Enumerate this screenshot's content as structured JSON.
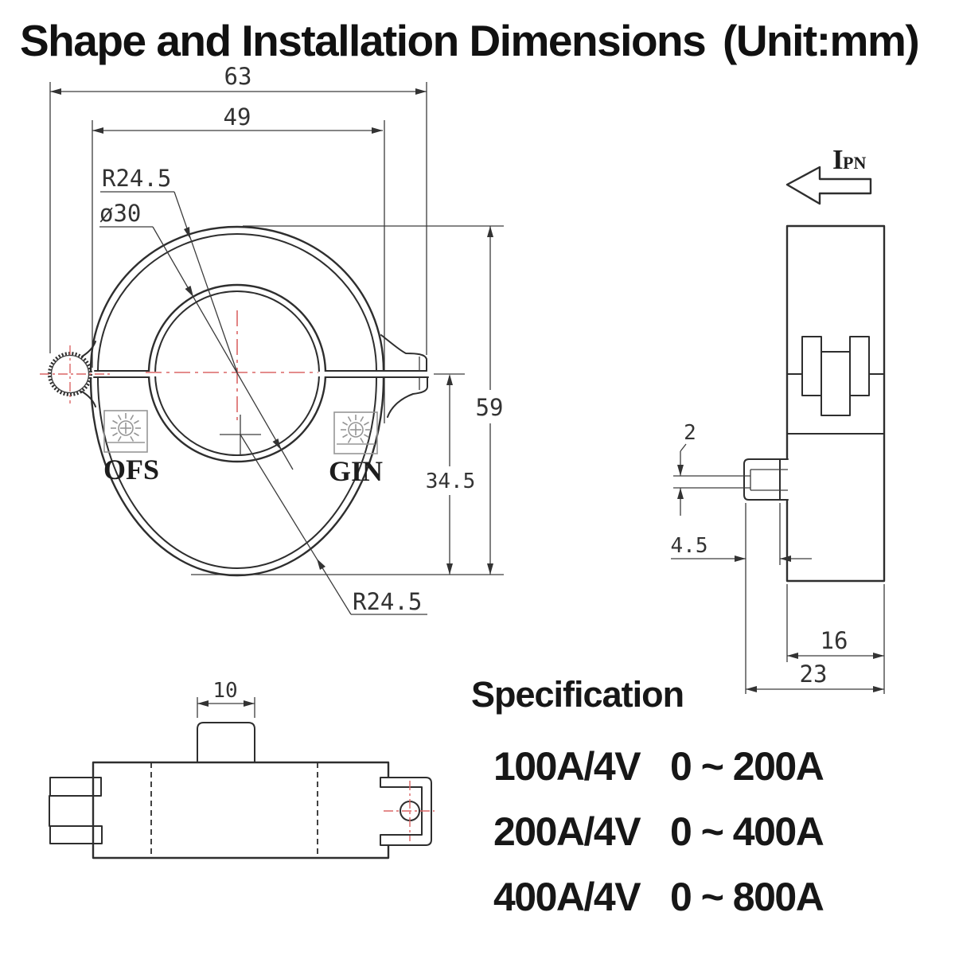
{
  "title": {
    "main": "Shape and Installation Dimensions",
    "unit": "(Unit:mm)"
  },
  "front_view": {
    "dim_overall_width": "63",
    "dim_body_width": "49",
    "dim_radius_top": "R24.5",
    "dim_hole_diameter": "ø30",
    "dim_overall_height": "59",
    "dim_lower_height": "34.5",
    "dim_radius_bottom": "R24.5",
    "label_left": "OFS",
    "label_right": "GIN"
  },
  "side_view": {
    "current_symbol": "I",
    "current_subscript": "PN",
    "dim_slot_thickness": "2",
    "dim_tab_depth": "4.5",
    "dim_body_depth": "16",
    "dim_overall_depth": "23"
  },
  "bottom_view": {
    "dim_tab_width": "10"
  },
  "specification": {
    "heading": "Specification",
    "rows": [
      {
        "rating": "100A/4V",
        "range": "0 ~ 200A"
      },
      {
        "rating": "200A/4V",
        "range": "0 ~ 400A"
      },
      {
        "rating": "400A/4V",
        "range": "0 ~ 800A"
      }
    ]
  },
  "colors": {
    "line": "#2e2e2e",
    "centerline_red": "#db6666",
    "logo_gray": "#969696"
  }
}
